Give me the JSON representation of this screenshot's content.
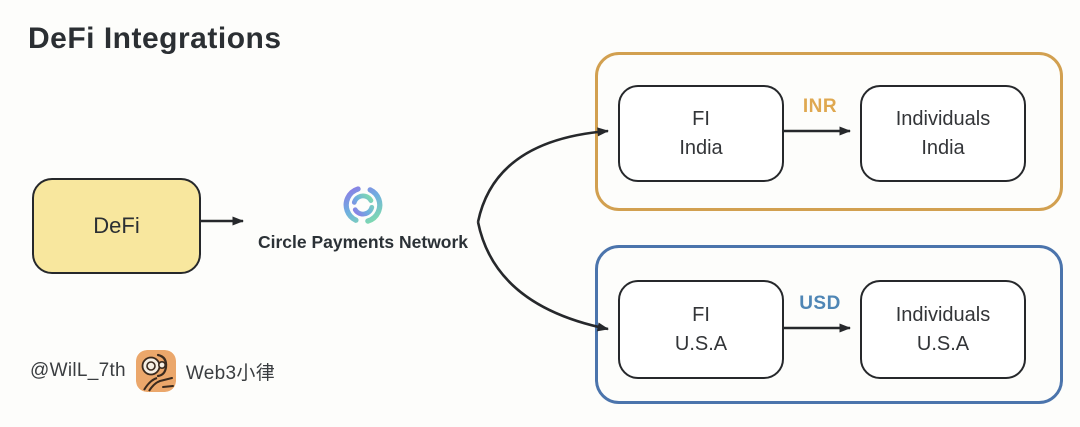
{
  "title": "DeFi Integrations",
  "defi": {
    "label": "DeFi"
  },
  "network": {
    "label": "Circle Payments Network",
    "logo_icon": "circle-logo-icon",
    "logo_gradient": [
      "#7fdbaf",
      "#8a7fe5"
    ]
  },
  "groups": [
    {
      "id": "india",
      "border_color": "#d2a050",
      "currency": "INR",
      "currency_color": "#dfa850",
      "from": {
        "line1": "FI",
        "line2": "India"
      },
      "to": {
        "line1": "Individuals",
        "line2": "India"
      }
    },
    {
      "id": "usa",
      "border_color": "#4b74ac",
      "currency": "USD",
      "currency_color": "#4f86b5",
      "from": {
        "line1": "FI",
        "line2": "U.S.A"
      },
      "to": {
        "line1": "Individuals",
        "line2": "U.S.A"
      }
    }
  ],
  "footer": {
    "handle": "@WilL_7th",
    "brand": "Web3小律",
    "avatar_icon": "thinking-face-avatar"
  },
  "colors": {
    "defi_fill": "#f8e79e",
    "node_border": "#26282b",
    "arrow": "#26282b",
    "background": "#fdfdfb"
  }
}
